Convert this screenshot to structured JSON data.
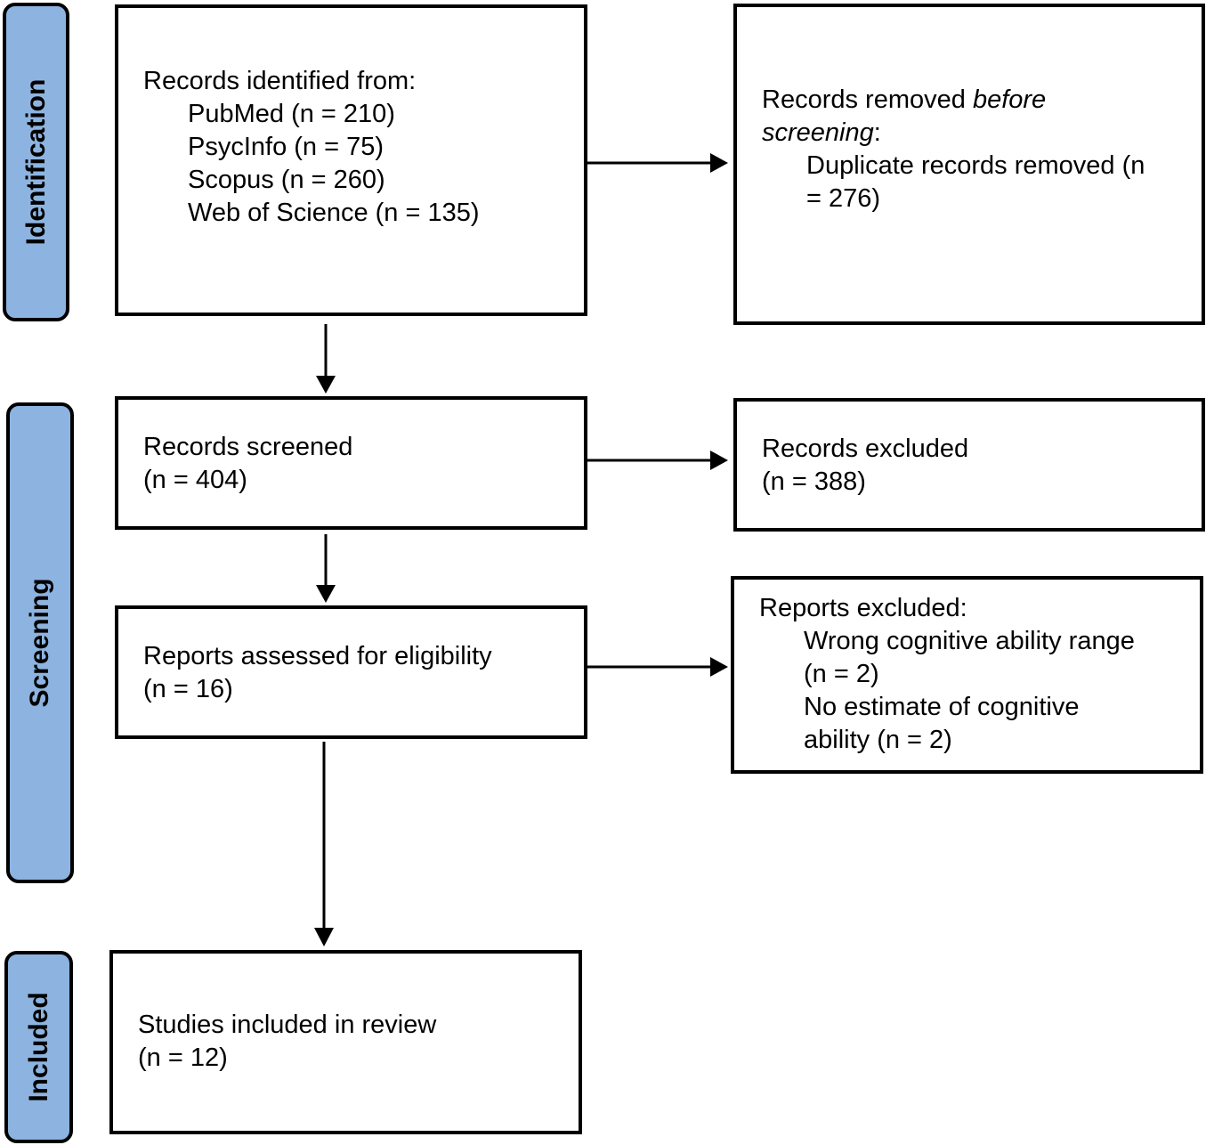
{
  "phases": {
    "identification": "Identification",
    "screening": "Screening",
    "included": "Included"
  },
  "boxes": {
    "identified": {
      "heading": "Records identified from:",
      "sources": [
        "PubMed (n = 210)",
        "PsycInfo (n = 75)",
        "Scopus (n = 260)",
        "Web of Science (n = 135)"
      ]
    },
    "removed": {
      "heading_prefix": "Records removed ",
      "heading_italic_1": "before",
      "heading_italic_2": "screening",
      "heading_suffix": ":",
      "line_1": "Duplicate records removed (n",
      "line_2": "= 276)"
    },
    "screened": {
      "title": "Records screened",
      "count": "(n = 404)"
    },
    "excluded": {
      "title": "Records excluded",
      "count": "(n = 388)"
    },
    "assessed": {
      "title": "Reports assessed for eligibility",
      "count": "(n = 16)"
    },
    "reports_excluded": {
      "heading": "Reports excluded:",
      "reason_1_a": "Wrong cognitive ability range",
      "reason_1_b": "(n = 2)",
      "reason_2_a": "No estimate of cognitive",
      "reason_2_b": "ability (n = 2)"
    },
    "included": {
      "title": "Studies included in review",
      "count": "(n = 12)"
    }
  }
}
